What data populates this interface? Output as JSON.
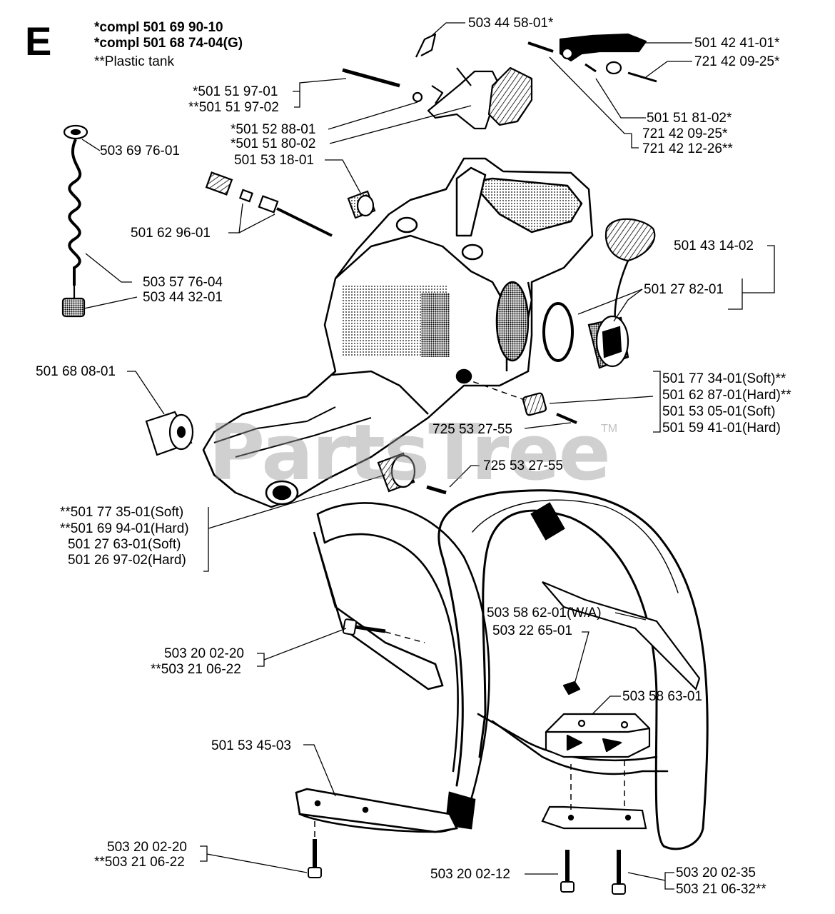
{
  "section_letter": "E",
  "header_lines": [
    "*compl 501 69 90-10",
    "*compl 501 68 74-04(G)",
    "**Plastic tank"
  ],
  "watermark": "PartsTree",
  "watermark_tm": "TM",
  "labels": {
    "l01": "503 44 58-01*",
    "l02": "501 42 41-01*",
    "l03": "721 42 09-25*",
    "l04": "*501 51 97-01",
    "l05": "**501 51 97-02",
    "l06": "501 51 81-02*",
    "l07": "*501 52 88-01",
    "l08": "721 42 09-25*",
    "l09": "*501 51 80-02",
    "l10": "721 42 12-26**",
    "l11": "503 69 76-01",
    "l12": "501 53 18-01",
    "l13": "501 62 96-01",
    "l14": "501 43 14-02",
    "l15": "503 57 76-04",
    "l16": "503 44 32-01",
    "l17": "501 27 82-01",
    "l18": "501 68 08-01",
    "l19": "501 77 34-01(Soft)**",
    "l20": "501 62 87-01(Hard)**",
    "l21": "501 53 05-01(Soft)",
    "l22": "501 59 41-01(Hard)",
    "l23": "725 53 27-55",
    "l24": "725 53 27-55",
    "l25": "**501 77 35-01(Soft)",
    "l26": "**501 69 94-01(Hard)",
    "l27": "501 27 63-01(Soft)",
    "l28": "501 26 97-02(Hard)",
    "l29": "503 58 62-01(W/A)",
    "l30": "503 22 65-01",
    "l31": "503 20 02-20",
    "l32": "**503 21 06-22",
    "l33": "503 58 63-01",
    "l34": "501 53 45-03",
    "l35": "503 20 02-20",
    "l36": "**503 21 06-22",
    "l37": "503 20 02-12",
    "l38": "503 20 02-35",
    "l39": "503 21 06-32**"
  }
}
